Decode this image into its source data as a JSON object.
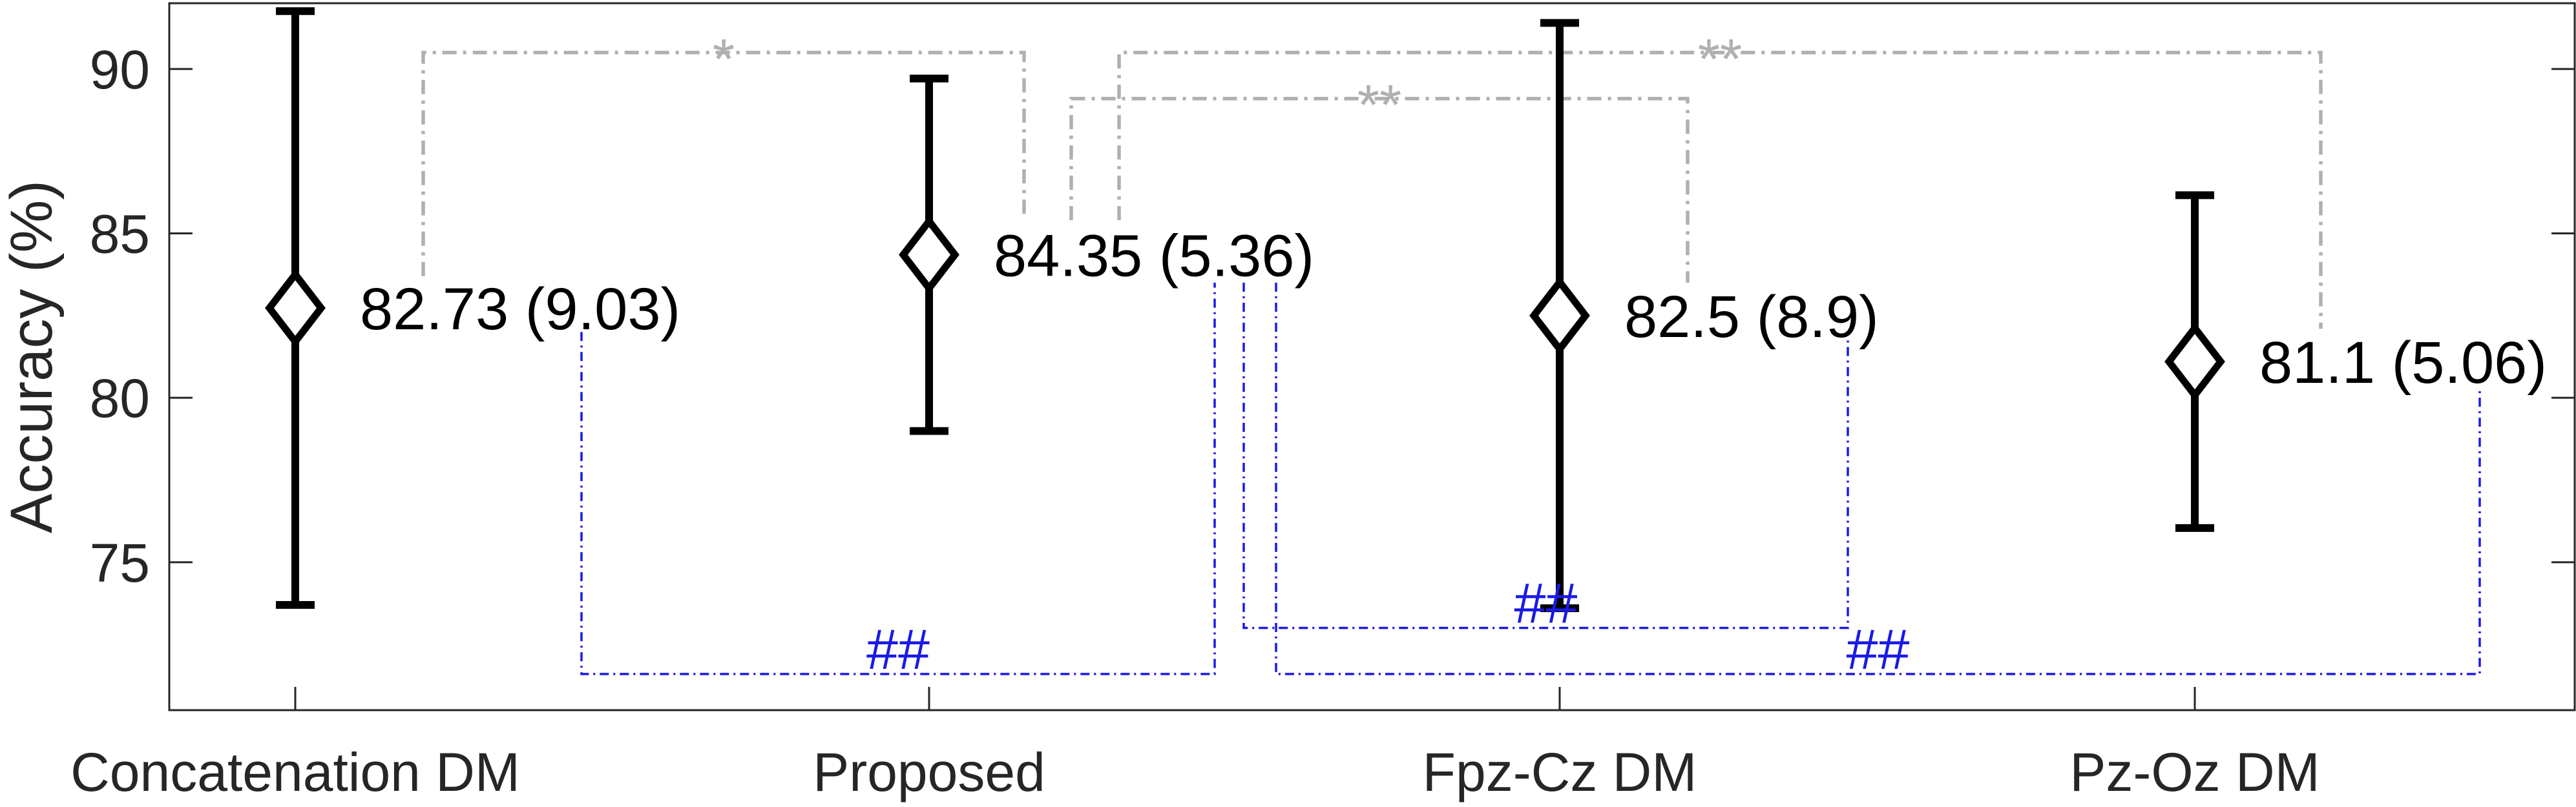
{
  "chart_data": {
    "type": "errorbar",
    "title": "",
    "xlabel": "",
    "ylabel": "Accuracy (%)",
    "ylim": [
      70.5,
      92
    ],
    "yticks": [
      75,
      80,
      85,
      90
    ],
    "grid": false,
    "categories": [
      "Concatenation DM",
      "Proposed",
      "Fpz-Cz DM",
      "Pz-Oz DM"
    ],
    "means": [
      82.73,
      84.35,
      82.5,
      81.1
    ],
    "std": [
      9.03,
      5.36,
      8.9,
      5.06
    ],
    "labels": [
      "82.73 (9.03)",
      "84.35 (5.36)",
      "82.5 (8.9)",
      "81.1 (5.06)"
    ],
    "significance": [
      {
        "from": "Concatenation DM",
        "to": "Proposed",
        "symbol": "*",
        "color": "#b0b0b0",
        "y": 90.5
      },
      {
        "from": "Proposed",
        "to": "Fpz-Cz DM",
        "symbol": "**",
        "color": "#b0b0b0",
        "y": 89.1
      },
      {
        "from": "Proposed",
        "to": "Pz-Oz DM",
        "symbol": "**",
        "color": "#b0b0b0",
        "y": 90.5
      },
      {
        "from": "Concatenation DM",
        "to": "Proposed",
        "symbol": "##",
        "color": "#1a1ae6",
        "y": 71.6
      },
      {
        "from": "Proposed",
        "to": "Fpz-Cz DM",
        "symbol": "##",
        "color": "#1a1ae6",
        "y": 73.0
      },
      {
        "from": "Proposed",
        "to": "Pz-Oz DM",
        "symbol": "##",
        "color": "#1a1ae6",
        "y": 71.6
      }
    ]
  }
}
